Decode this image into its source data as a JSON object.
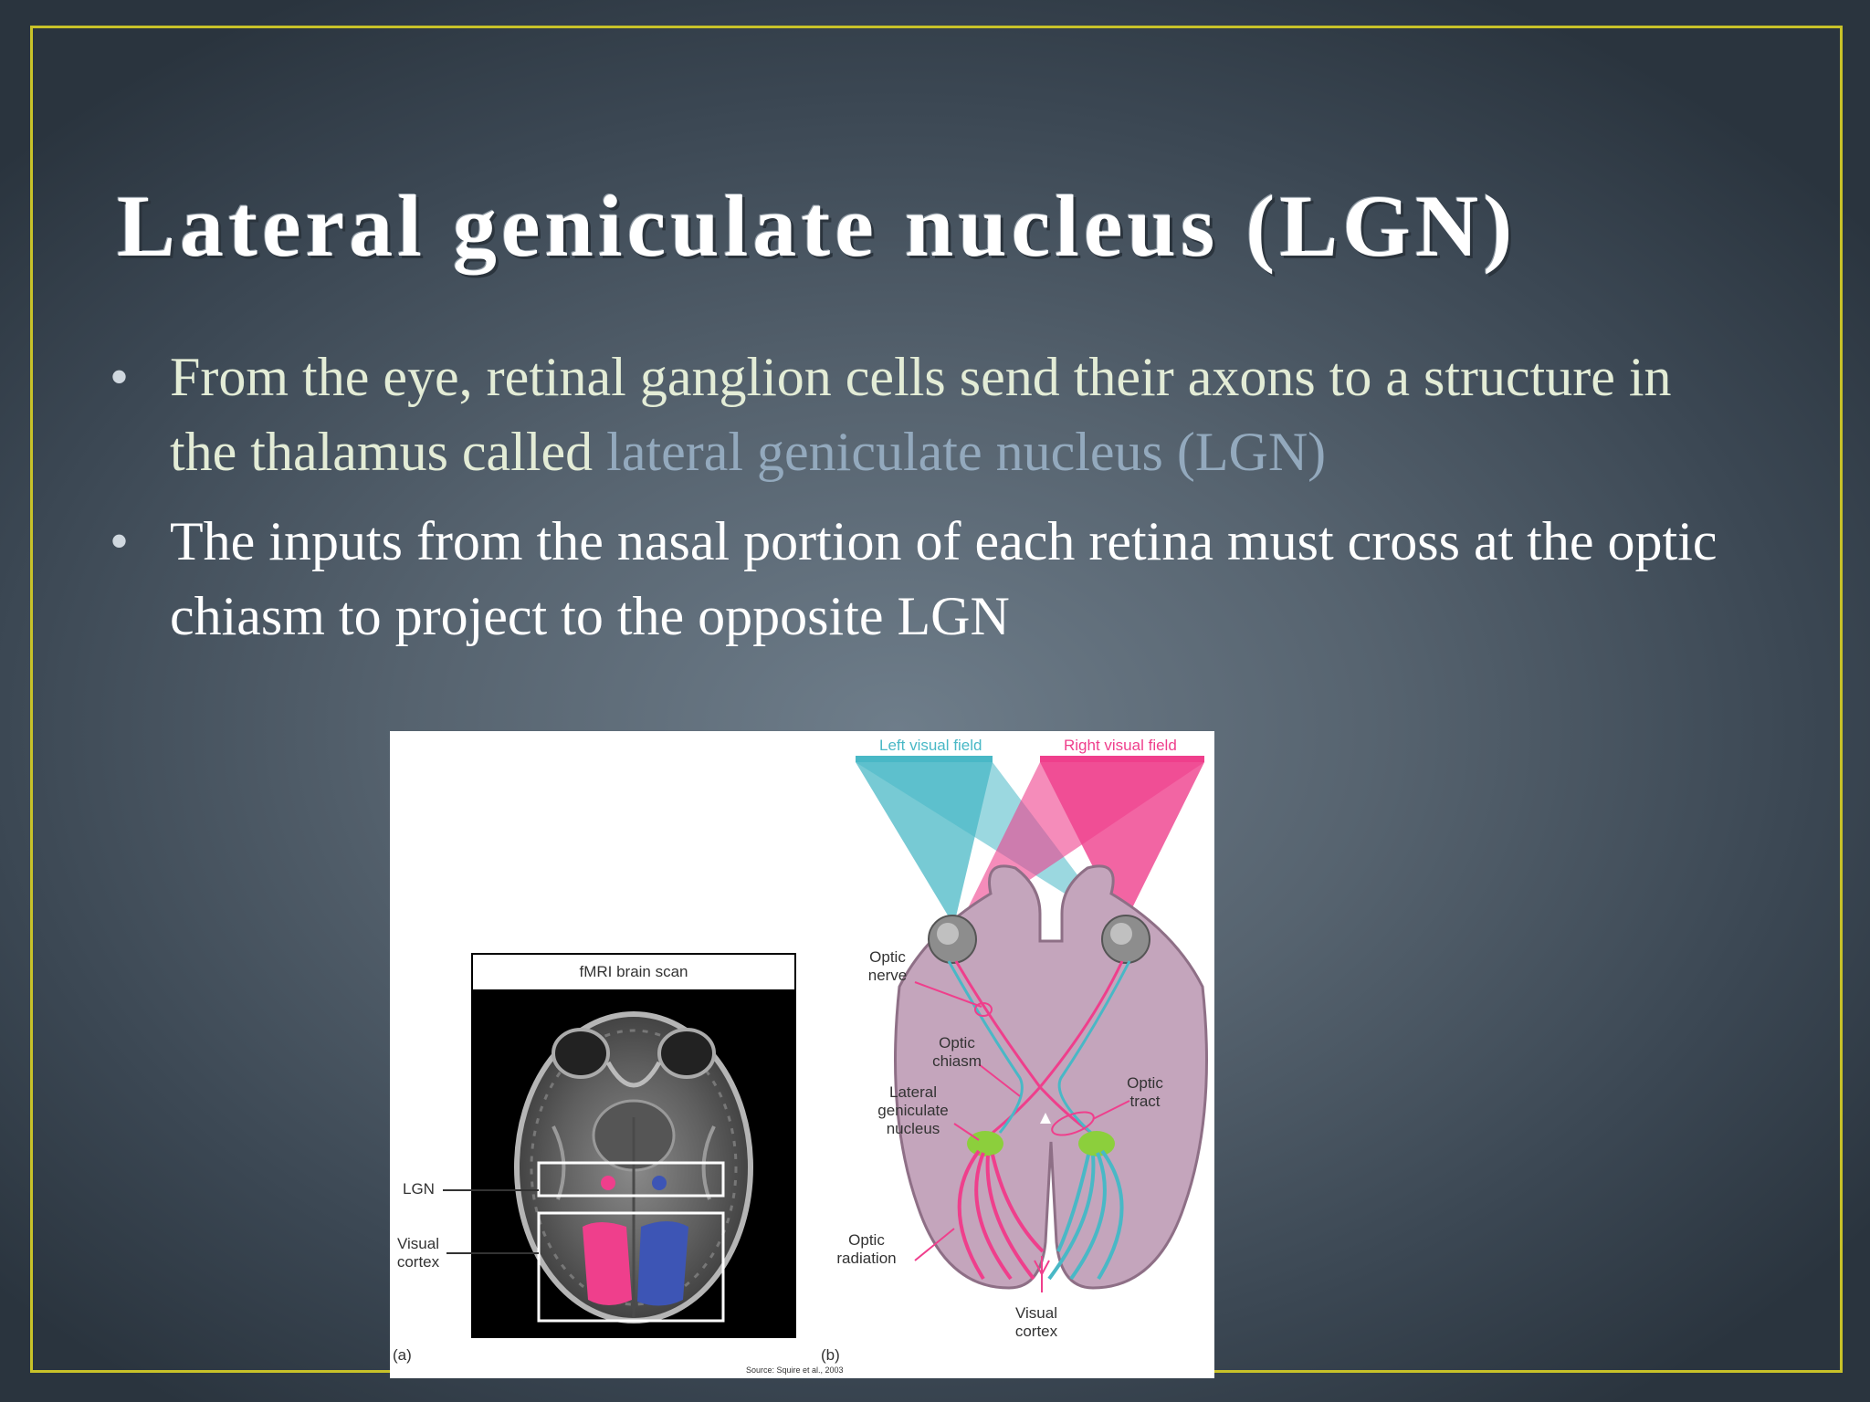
{
  "slide": {
    "title": "Lateral geniculate nucleus (LGN)",
    "bullets": [
      {
        "text": "From the eye, retinal ganglion cells send their axons to a structure in the thalamus called ",
        "highlight": "lateral geniculate nucleus (LGN)"
      },
      {
        "text": "The inputs from the nasal portion of each retina must cross at the optic chiasm to project to the opposite LGN"
      }
    ],
    "colors": {
      "frame": "#c8c229",
      "title": "#ffffff",
      "bullet_1": "#e3ecd6",
      "highlight": "#93a9bd",
      "bullet_2": "#ffffff"
    }
  },
  "figure": {
    "panel_a": {
      "scan_title": "fMRI brain scan",
      "label_lgn": "LGN",
      "label_visual_cortex": "Visual cortex",
      "panel_letter": "(a)"
    },
    "panel_b": {
      "left_visual_field": "Left visual field",
      "right_visual_field": "Right visual field",
      "optic_nerve": "Optic nerve",
      "optic_chiasm": "Optic chiasm",
      "lateral_geniculate_nucleus": "Lateral geniculate nucleus",
      "optic_tract": "Optic tract",
      "optic_radiation": "Optic radiation",
      "visual_cortex": "Visual cortex",
      "panel_letter": "(b)"
    },
    "source": "Source: Squire et al., 2003",
    "colors": {
      "left_field": "#49b8c6",
      "right_field": "#ef3f8c",
      "brain": "#c4a5bc",
      "lgn_green": "#8ccf3c",
      "lgn_blue": "#3d55b5"
    }
  }
}
